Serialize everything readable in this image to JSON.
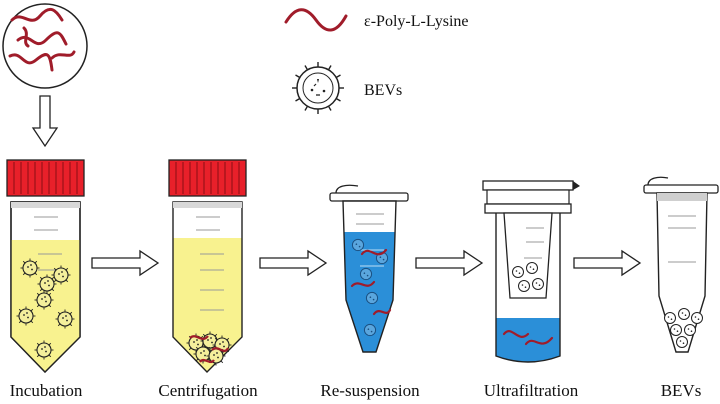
{
  "legend": {
    "polymer_label": "ε-Poly-L-Lysine",
    "vesicle_label": "BEVs"
  },
  "steps": [
    {
      "label": "Incubation"
    },
    {
      "label": "Centrifugation"
    },
    {
      "label": "Re-suspension"
    },
    {
      "label": "Ultrafiltration"
    },
    {
      "label": "BEVs"
    }
  ],
  "colors": {
    "cap_red": "#e8202a",
    "yellow_medium": "#f8f28f",
    "blue_buffer": "#2b8fd8",
    "polymer_red": "#a01c2a",
    "vesicle_fill": "#f4ef9c",
    "outline": "#222222",
    "arrow_fill": "#ffffff"
  },
  "icons": {
    "process_arrow": "right-outline-arrow",
    "down_arrow": "down-outline-arrow",
    "vesicle": "spiky-vesicle-icon",
    "polymer": "wavy-polymer-strand"
  }
}
